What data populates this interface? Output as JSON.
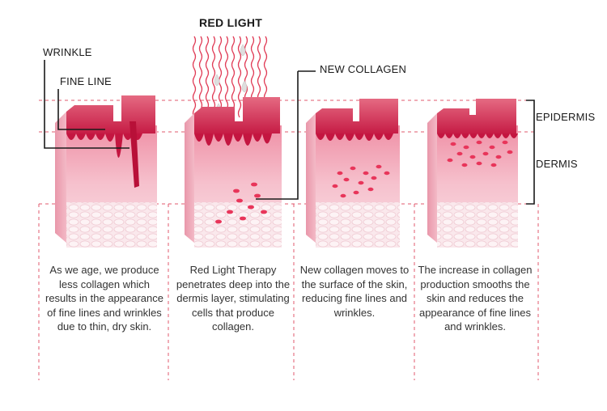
{
  "labels": {
    "red_light": "RED LIGHT",
    "wrinkle": "WRINKLE",
    "fine_line": "FINE LINE",
    "new_collagen": "NEW COLLAGEN",
    "epidermis": "EPIDERMIS",
    "dermis": "DERMIS"
  },
  "captions": [
    "As we age, we produce less collagen which results in the appearance of fine lines and wrinkles due to thin, dry skin.",
    "Red Light Therapy penetrates deep into the dermis layer, stimulating cells that produce collagen.",
    "New collagen moves to the surface of the skin, reducing fine lines and wrinkles.",
    "The increase in collagen production smooths the skin and reduces the appearance of fine lines and wrinkles."
  ],
  "colors": {
    "skin_top": "#e0607a",
    "epidermis": "#d9244d",
    "dermis": "#f7c6d0",
    "fat": "#f8e6ea",
    "light_wave": "#e03a55",
    "collagen_dot": "#e8355a",
    "guide_line": "#e05a6e"
  }
}
